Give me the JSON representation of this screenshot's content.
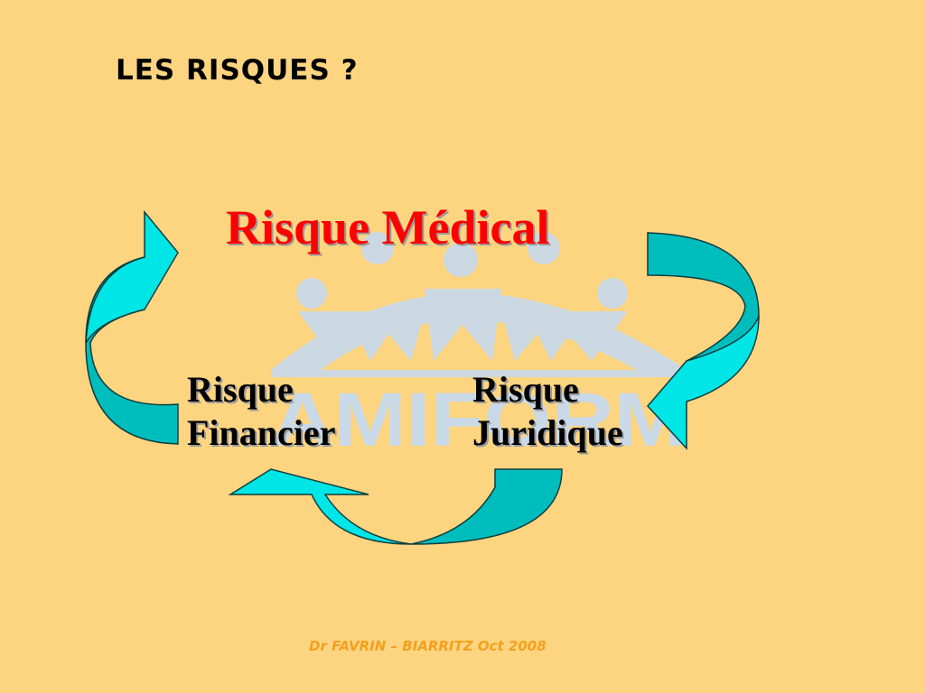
{
  "slide": {
    "title": "LES RISQUES ?",
    "footer": "Dr FAVRIN – BIARRITZ Oct 2008"
  },
  "diagram": {
    "main_node": "Risque Médical",
    "left_node": {
      "line1": "Risque",
      "line2": "Financier"
    },
    "right_node": {
      "line1": "Risque",
      "line2": "Juridique"
    }
  },
  "logo": {
    "text": "AMIFORM",
    "color": "#C9D9E8"
  },
  "colors": {
    "arrow_fill": "#00E5E5",
    "arrow_shade": "#00BDBD",
    "arrow_stroke": "#0A3D3D",
    "main_text": "#FF0000"
  }
}
